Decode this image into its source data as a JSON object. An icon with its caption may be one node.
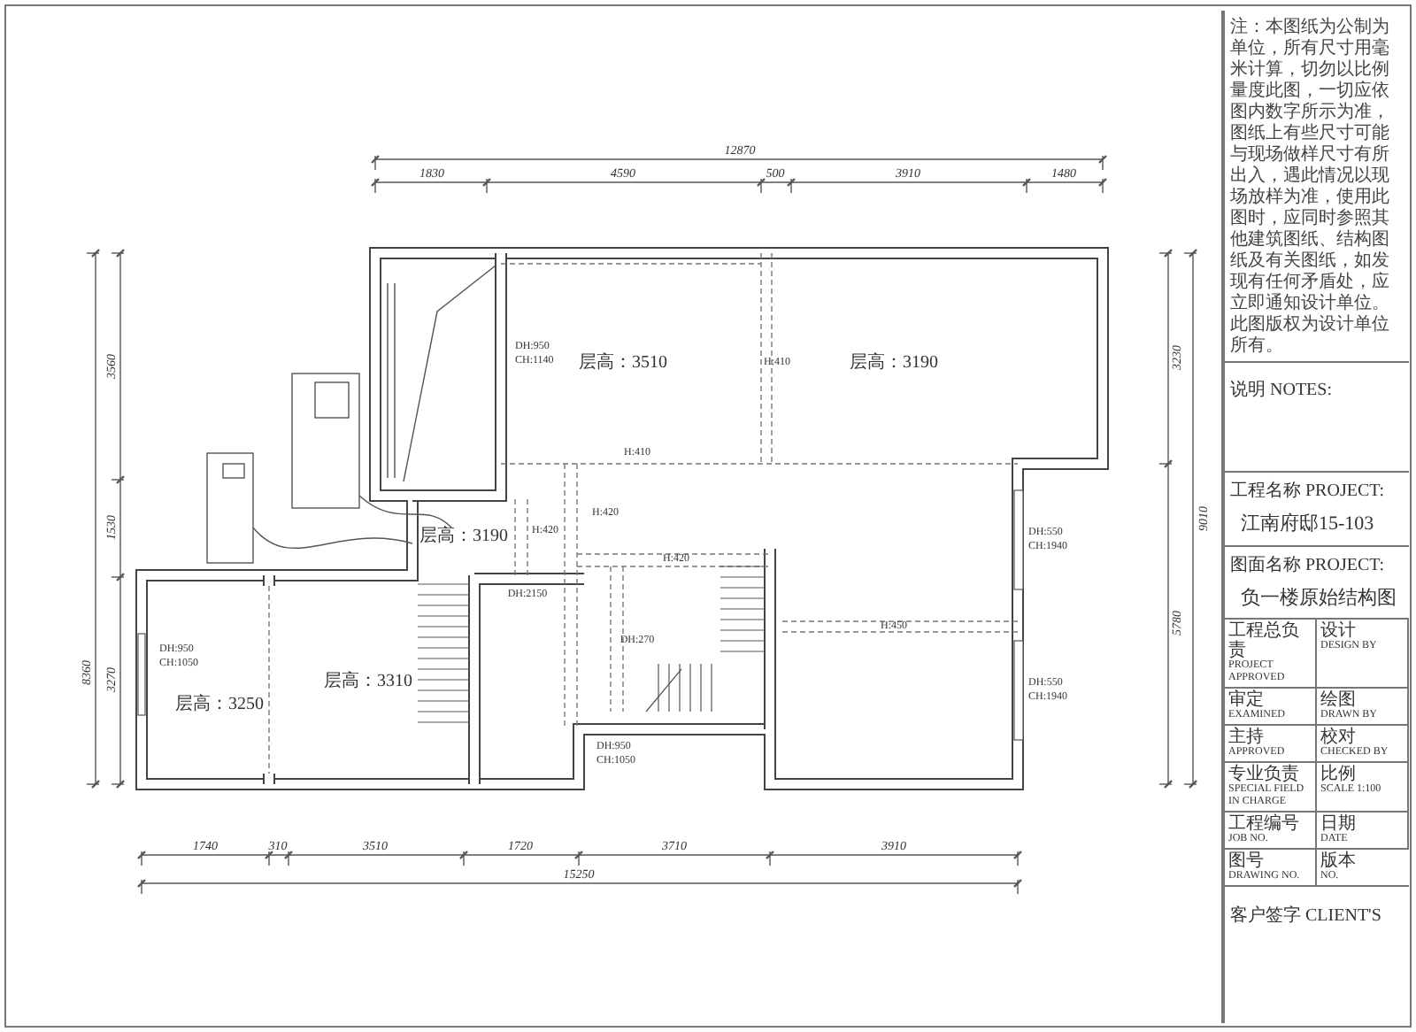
{
  "diagram": {
    "labels": [
      "12870",
      "1830",
      "4590",
      "500",
      "3910",
      "1480",
      "3560",
      "DH:950 CH:1140",
      "层高：3510",
      "H:410",
      "层高：3190",
      "3230",
      "H:410",
      "9010",
      "8360",
      "层高：3190",
      "H:420",
      "H:420",
      "1530",
      "DH:550 CH:1940",
      "H:420",
      "DH:2150",
      "5780",
      "DH:270",
      "H:450",
      "DH:950 CH:1050",
      "层高：3250",
      "层高：3310",
      "3270",
      "DH:550 CH:1940",
      "DH:950 CH:1050",
      "1740",
      "310",
      "3510",
      "1720",
      "3710",
      "3910",
      "15250",
      "注：本图纸为公制为单位，所有尺寸用毫米计算，切勿以比例量度此图，一切应依图内数字所示为准，图纸上有些尺寸可能与现场做样尺寸有所出入，遇此情况以现场放样为准，使用此图时，应同时参照其他建筑图纸、结构图纸及有关图纸，如发现有任何矛盾处，应立即通知设计单位。此图版权为设计单位所有。",
      "说明 NOTES:",
      "工程名称 PROJECT:",
      "江南府邸15-103",
      "图面名称 PROJECT:",
      "负一楼原始结构图",
      "工程总负责",
      "PROJECT APPROVED",
      "设计",
      "DESIGN BY",
      "审定",
      "EXAMINED",
      "绘图",
      "DRAWN BY",
      "主持",
      "APPROVED",
      "校对",
      "CHECKED BY",
      "专业负责",
      "SPECIAL FIELD IN CHARGE",
      "比例",
      "SCALE 1:100",
      "工程编号",
      "JOB NO.",
      "日期",
      "DATE",
      "图号",
      "DRAWING NO.",
      "版本",
      "NO.",
      "客户签字 CLIENT'S"
    ]
  }
}
